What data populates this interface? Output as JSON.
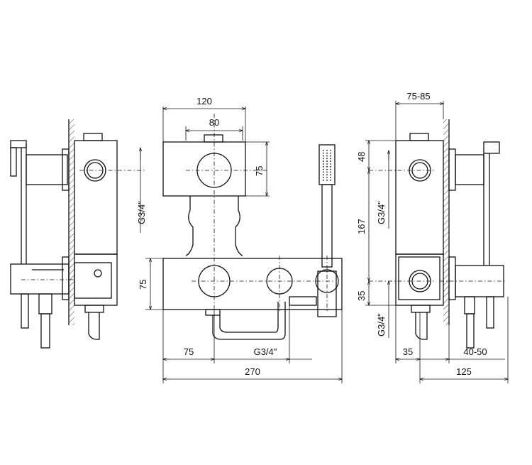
{
  "dimensions": {
    "front_width": "120",
    "front_inner_width": "80",
    "front_height": "75",
    "body_height": "75",
    "left_offset": "75",
    "thread_bottom": "G3/4\"",
    "total_width": "270",
    "side_depth_range": "75-85",
    "side_top": "48",
    "side_middle": "167",
    "side_lower": "35",
    "side_thread_upper": "G3/4\"",
    "side_thread_lower": "G3/4\"",
    "left_thread": "G3/4\"",
    "side_wall": "35",
    "side_projection": "40-50",
    "side_total": "125"
  },
  "colors": {
    "line": "#111111",
    "background": "#ffffff"
  }
}
